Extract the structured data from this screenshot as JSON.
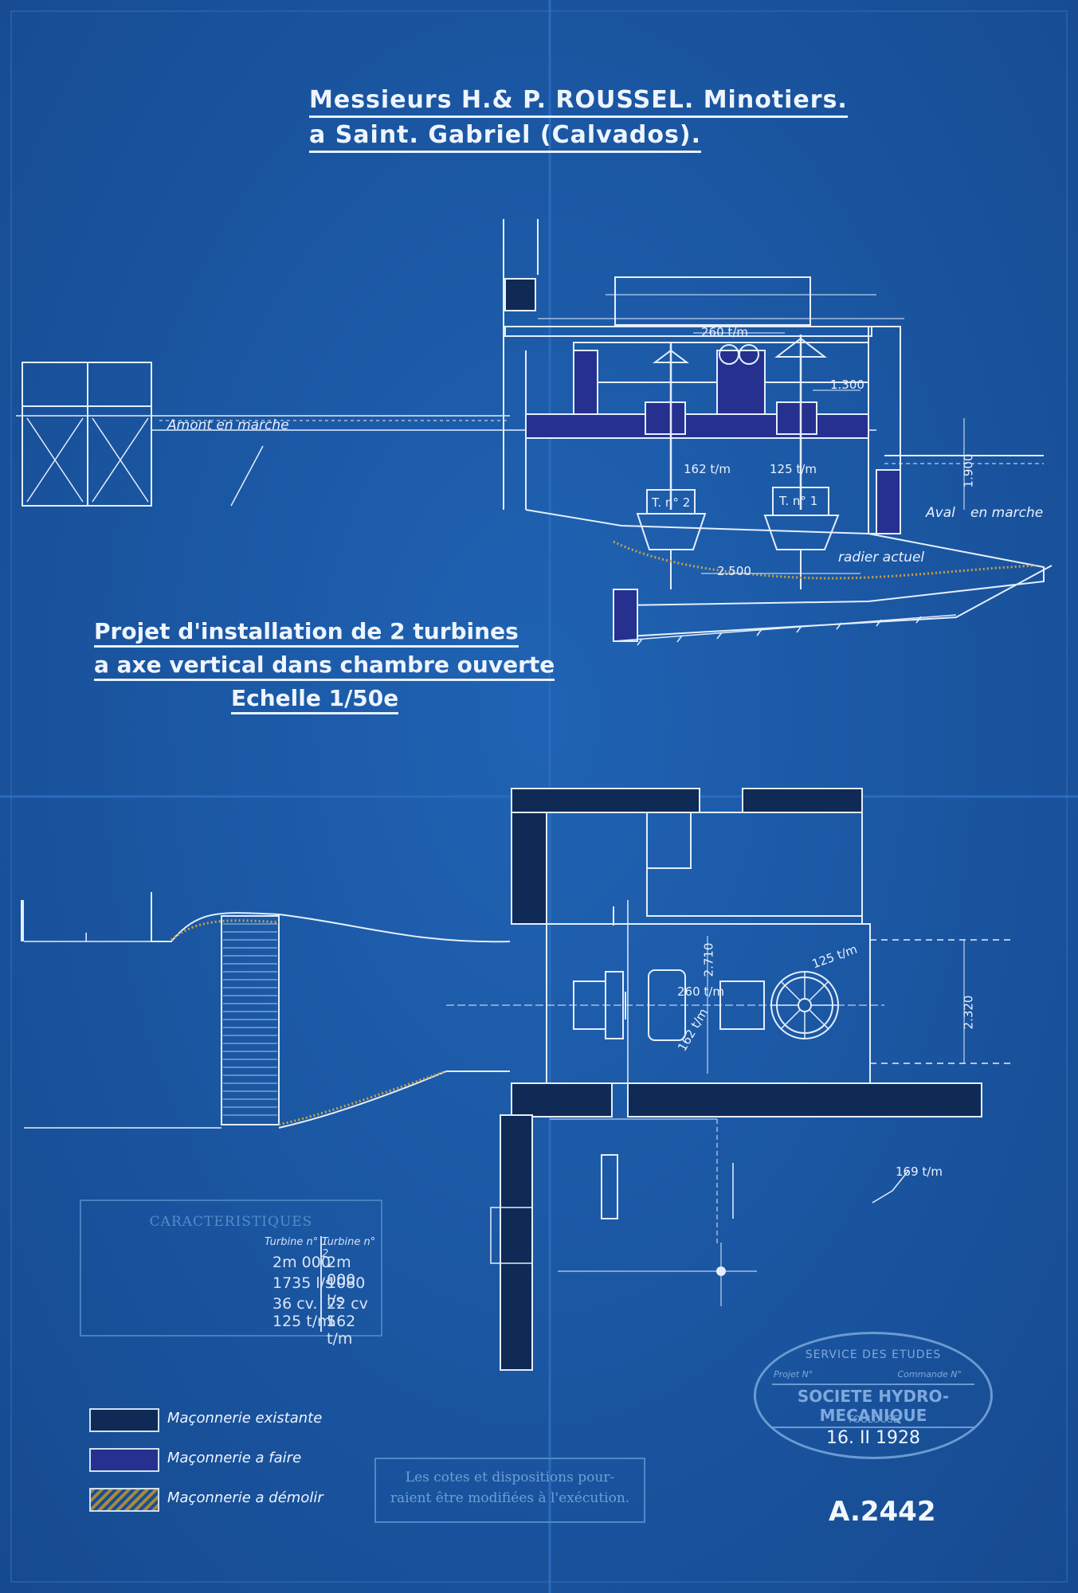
{
  "title": {
    "line1": "Messieurs H.& P. ROUSSEL. Minotiers.",
    "line2": "a Saint. Gabriel (Calvados)."
  },
  "project": {
    "line1": "Projet d'installation de 2 turbines",
    "line2": "a axe vertical dans chambre ouverte",
    "line3": "Echelle 1/50e"
  },
  "elevation_labels": {
    "amont": "Amont en marche",
    "aval": "Aval",
    "aval_marche": "en marche",
    "radier": "radier actuel",
    "t2": "T. n° 2",
    "t1": "T. n° 1",
    "speed_t2": "162 t/m",
    "speed_t1": "125 t/m",
    "pulley": "260 t/m",
    "dim_1300": "1.300",
    "dim_1900": "1.900",
    "dim_2500": "2.500"
  },
  "plan_labels": {
    "dim_2710": "2.710",
    "dim_2320": "2.320",
    "speed_125": "125 t/m",
    "speed_260": "260 t/m",
    "speed_162": "162 t/m",
    "speed_169": "169 t/m",
    "mark_i": "I"
  },
  "characteristics": {
    "title": "CARACTERISTIQUES",
    "col1": "Turbine n° 1",
    "col2": "Turbine n° 2",
    "rows": [
      {
        "t1": "2m 000",
        "t2": "2m 000"
      },
      {
        "t1": "1735 l/s",
        "t2": "1080 l/s"
      },
      {
        "t1": "36 cv.",
        "t2": "22 cv 5"
      },
      {
        "t1": "125 t/m",
        "t2": "162 t/m"
      }
    ]
  },
  "legend": [
    {
      "label": "Maçonnerie existante",
      "color": "#0f2a55"
    },
    {
      "label": "Maçonnerie a faire",
      "color": "#25308f"
    },
    {
      "label": "Maçonnerie a démolir",
      "color": "#a88a3c"
    }
  ],
  "note": {
    "line1": "Les cotes et dispositions pour-",
    "line2": "raient être modifiées à l'exécution."
  },
  "stamp": {
    "line1": "SERVICE DES ETUDES",
    "projet": "Projet N°",
    "commande": "Commande N°",
    "company": "SOCIETE HYDRO-MECANIQUE",
    "city": "TOULOUSE",
    "date": "16. II 1928"
  },
  "reference": "A.2442"
}
